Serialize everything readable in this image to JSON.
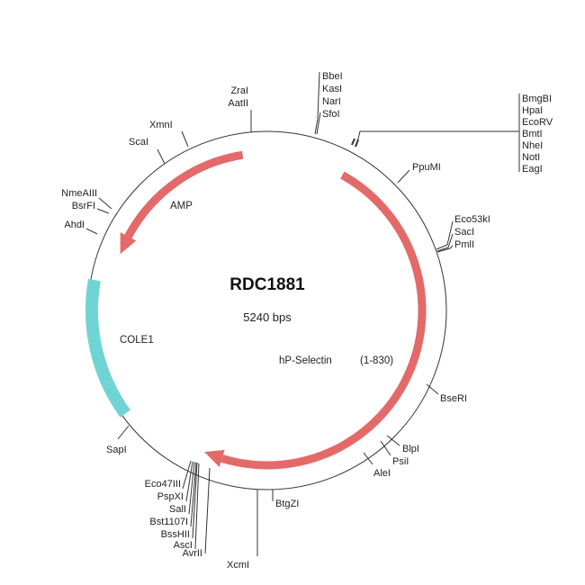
{
  "plasmid": {
    "name": "RDC1881",
    "size": "5240 bps"
  },
  "colors": {
    "feature_arrow": "#e46a6a",
    "ori_band": "#70d4d4",
    "backbone": "#333333"
  },
  "features": [
    {
      "label": "AMP"
    },
    {
      "label": "hP-Selectin",
      "range": "(1-830)"
    },
    {
      "label": "COLE1"
    }
  ],
  "sites": {
    "zra": [
      "ZraI",
      "AatII"
    ],
    "bbe": [
      "BbeI",
      "KasI",
      "NarI",
      "SfoI"
    ],
    "mcs": [
      "BmgBI",
      "HpaI",
      "EcoRV",
      "BmtI",
      "NheI",
      "NotI",
      "EagI"
    ],
    "ppumi": "PpuMI",
    "eco53": [
      "Eco53kI",
      "SacI",
      "PmlI"
    ],
    "bseri": "BseRI",
    "blpi": "BlpI",
    "psii": "PsiI",
    "alei": "AleI",
    "btgzi": "BtgZI",
    "xcmi": "XcmI",
    "avrii": "AvrII",
    "left_cluster": [
      "Eco47III",
      "PspXI",
      "SalI",
      "Bst1107I",
      "BssHII",
      "AscI"
    ],
    "sapi": "SapI",
    "ahd": [
      "NmeAIII",
      "BsrFI",
      "AhdI"
    ],
    "scai": "ScaI",
    "xmni": "XmnI"
  }
}
